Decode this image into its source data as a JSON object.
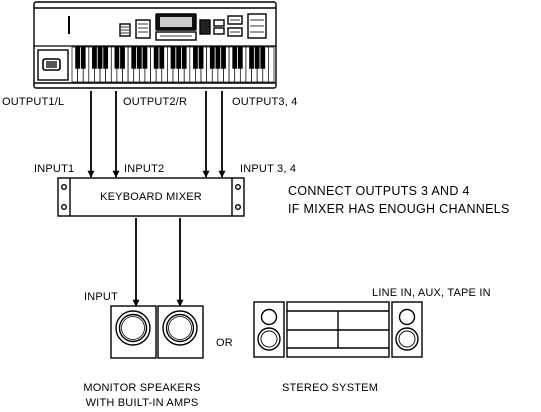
{
  "keyboard": {
    "outputs": [
      "OUTPUT1/L",
      "OUTPUT2/R",
      "OUTPUT3, 4"
    ]
  },
  "mixer": {
    "label": "KEYBOARD MIXER",
    "inputs": [
      "INPUT1",
      "INPUT2",
      "INPUT 3, 4"
    ]
  },
  "note": {
    "line1": "CONNECT OUTPUTS 3 AND 4",
    "line2": "IF MIXER HAS ENOUGH CHANNELS"
  },
  "monitors": {
    "input_label": "INPUT",
    "caption_line1": "MONITOR SPEAKERS",
    "caption_line2": "WITH BUILT-IN AMPS"
  },
  "or_label": "OR",
  "stereo": {
    "input_label": "LINE IN, AUX, TAPE IN",
    "caption": "STEREO SYSTEM"
  }
}
